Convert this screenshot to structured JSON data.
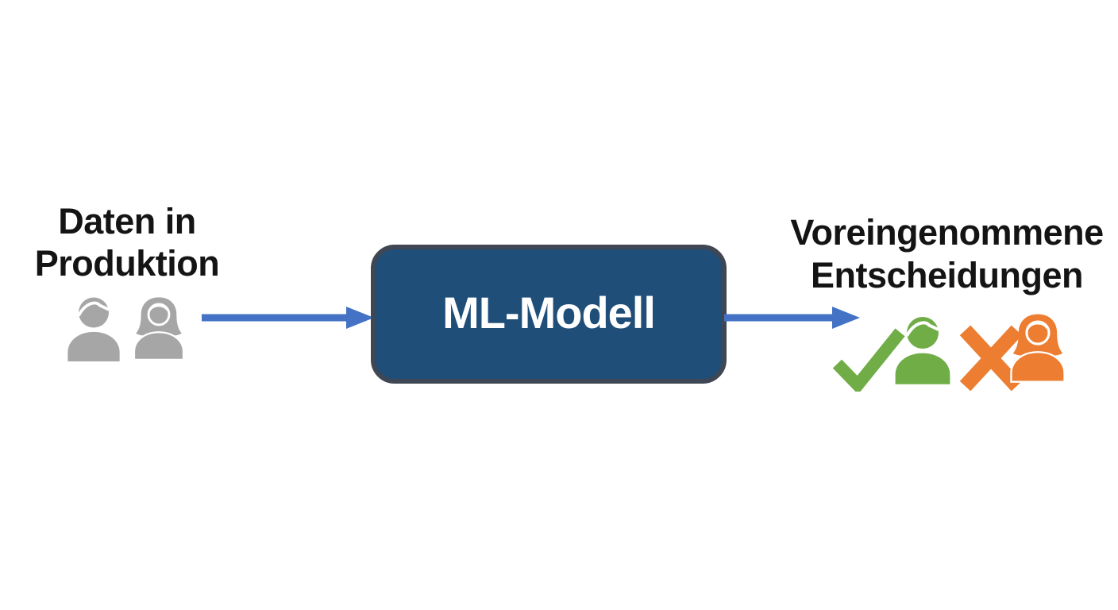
{
  "diagram": {
    "background": "#ffffff",
    "label_color": "#141414",
    "arrow_color": "#4472c4",
    "source": {
      "lines": [
        "Daten in",
        "Produktion"
      ],
      "icons": [
        "person-male-icon",
        "person-female-icon"
      ],
      "icon_color": "#a6a6a6"
    },
    "model": {
      "label": "ML-Modell",
      "box_fill": "#1f4e79",
      "box_border": "#3f4654",
      "text_color": "#ffffff"
    },
    "output": {
      "lines": [
        "Voreingenommene",
        "Entscheidungen"
      ],
      "icons": [
        "checkmark-icon",
        "person-male-icon",
        "cross-icon",
        "person-female-icon"
      ],
      "accepted_color": "#70ad47",
      "rejected_color": "#ed7d31"
    }
  }
}
